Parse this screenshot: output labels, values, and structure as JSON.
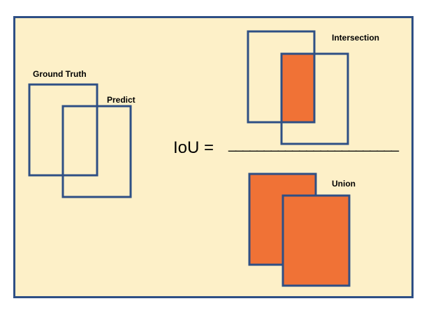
{
  "labels": {
    "ground_truth": "Ground Truth",
    "predict": "Predict",
    "intersection": "Intersection",
    "union": "Union",
    "equation": "IoU =",
    "fraction_bar": "________________________"
  },
  "colors": {
    "background": "#fdf0c8",
    "outline": "#2e4f85",
    "fill": "#f07236"
  }
}
